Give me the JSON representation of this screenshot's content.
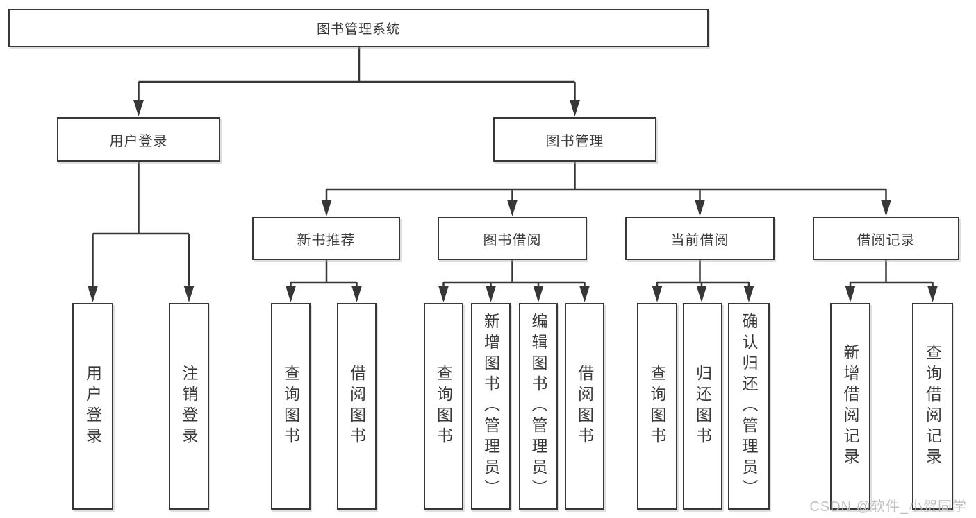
{
  "tree": {
    "root": "图书管理系统",
    "level2": [
      "用户登录",
      "图书管理"
    ],
    "level3": [
      "新书推荐",
      "图书借阅",
      "当前借阅",
      "借阅记录"
    ],
    "leaves": {
      "user": [
        "用户登录",
        "注销登录"
      ],
      "recommend": [
        "查询图书",
        "借阅图书"
      ],
      "borrow": [
        "查询图书",
        "新增图书（管理员）",
        "编辑图书（管理员）",
        "借阅图书"
      ],
      "current": [
        "查询图书",
        "归还图书",
        "确认归还（管理员）"
      ],
      "records": [
        "新增借阅记录",
        "查询借阅记录"
      ]
    }
  },
  "watermark": "CSDN @软件_小贺同学",
  "colors": {
    "line": "#373737",
    "box_border": "#373737",
    "text": "#3a3a3a",
    "watermark": "#c1c1c1",
    "background": "#ffffff"
  }
}
